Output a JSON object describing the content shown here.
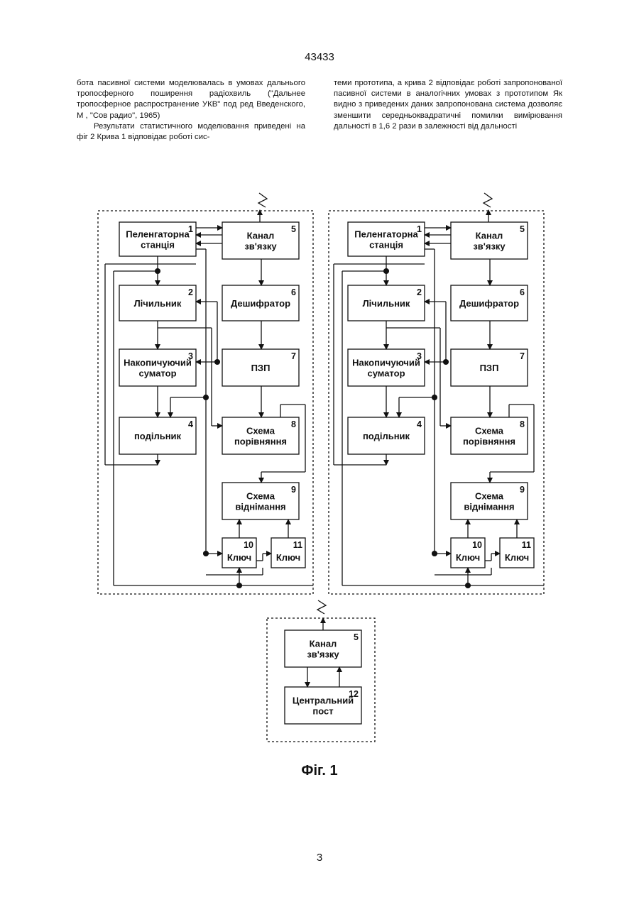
{
  "header": {
    "page_number_top": "43433"
  },
  "text": {
    "left_column": [
      "бота пасивної системи моделювалась в умовах дальнього тропосферного поширення радіохвиль (\"Дальнее тропосферное распространение УКВ\" под ред Введенского, М , \"Сов радио\", 1965)",
      "Результати статистичного моделювання приведені на фіг 2 Крива 1 відповідає роботі сис-"
    ],
    "right_column": [
      "теми прототипа, а крива 2 відповідає роботі запропонованої пасивної системи в аналогічних умовах з прототипом Як видно з приведених даних запропонована система дозволяє зменшити середньоквадратичні помилки вимірювання дальності в 1,6  2 рази в залежності від дальності"
    ]
  },
  "figure": {
    "blocks": {
      "b1": {
        "lines": [
          "Пеленгаторна",
          "станція"
        ],
        "num": "1"
      },
      "b2": {
        "lines": [
          "Лічильник"
        ],
        "num": "2"
      },
      "b3": {
        "lines": [
          "Накопичуючий",
          "суматор"
        ],
        "num": "3"
      },
      "b4": {
        "lines": [
          "подільник"
        ],
        "num": "4"
      },
      "b5": {
        "lines": [
          "Канал",
          "зв'язку"
        ],
        "num": "5"
      },
      "b6": {
        "lines": [
          "Дешифратор"
        ],
        "num": "6"
      },
      "b7": {
        "lines": [
          "ПЗП"
        ],
        "num": "7"
      },
      "b8": {
        "lines": [
          "Схема",
          "порівняння"
        ],
        "num": "8"
      },
      "b9": {
        "lines": [
          "Схема",
          "віднімання"
        ],
        "num": "9"
      },
      "b10": {
        "lines": [
          "Ключ"
        ],
        "num": "10"
      },
      "b11": {
        "lines": [
          "Ключ"
        ],
        "num": "11"
      },
      "b12": {
        "lines": [
          "Центральний",
          "пост"
        ],
        "num": "12"
      }
    },
    "caption": "Фіг. 1"
  },
  "footer": {
    "page_number_bottom": "3"
  }
}
